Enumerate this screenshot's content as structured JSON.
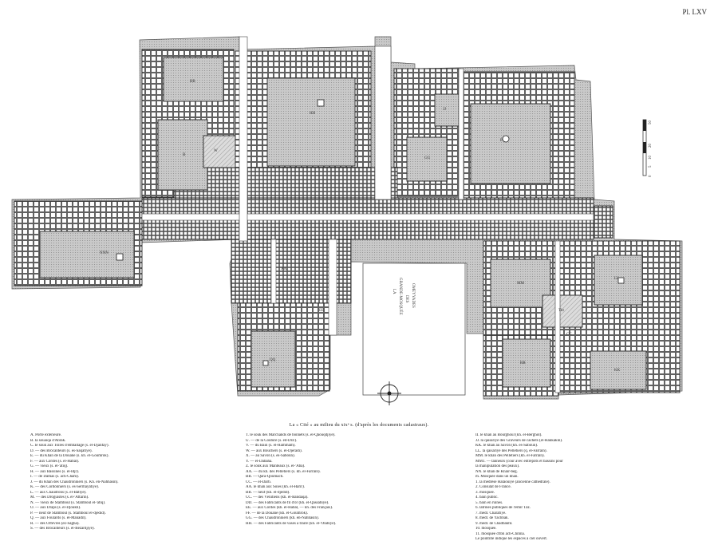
{
  "plate_number": "Pl. LXV",
  "caption": "La « Cité » au milieu du xixᵉ s. (d'après les documents cadastraux).",
  "compass_label": "",
  "scale": {
    "ticks": [
      "0",
      "5",
      "10",
      "20",
      "50"
    ]
  },
  "map_labels": {
    "great_mosque": [
      "LA",
      "GRANDE-MOSQUÉE",
      "DES",
      "OMEYYADES"
    ],
    "block_letters": [
      "BB",
      "NNN",
      "B",
      "HH",
      "PP",
      "GG",
      "QQ",
      "MM",
      "LL",
      "KK",
      "RR",
      "JJ",
      "CC",
      "EE",
      "AA",
      "Tkt",
      "W"
    ]
  },
  "legend": {
    "col1": [
      "A. Porte extérieure.",
      "B. la souaïqa d'Abrak.",
      "C. le souk aux Toiles d'emballage (s. el-Djanfay).",
      "D. — des Brocanteurs (s. es-Saqatiyé).",
      "E. — du Khan de la Douane (s. kh. el-Goumrok).",
      "F. — aux Cordes (s. el-Habâl).",
      "G. — vieux (s. el-'atiq).",
      "H. — aux Bassines (s. el-Idjr).",
      "I. — de Damas (s. ach-Châm).",
      "J. — du Khan des Chaudronniers (s. Kh. en-Nahhâsin).",
      "K. — des Cordonniers (s. es-Sermâyâtiyé).",
      "L. — aux Chaudrons (s. el-Bâtiyé).",
      "M. — des Droguistes (s. el-'Attârîn).",
      "N. — vieux de Stamboul (s. Stamboul el-'atiq).",
      "O. — aux Draps (s. el-Djoukh).",
      "P. — neuf de Stamboul (s. Stamboul el-djédid).",
      "Q. — aux Foulards (s. el-Manâdîl).",
      "R. — des Orfèvres (ez-Sâgha).",
      "S. — des Brocanteurs (s. el-Bezardjiyé)."
    ],
    "col2": [
      "T. le souk des Marchands de bonnets (s. el-Qâouqdjiyé).",
      "U. — de la Couture (s. ed-Drâ').",
      "V. — du Bain (s. el-Hammâm).",
      "W. — aux Bouchers (s. el-Djerâdi).",
      "X. — au Savon (s. es-Sâboûn).",
      "Y. — el-Dabaha.",
      "Z. le souk aux Manteaux (s. el-'Abâ).",
      "AA. — du kh. des Pelletiers (s. kh. el-Farrâîn).",
      "BB. — Qara-Qoumach.",
      "CC. — el-Darb.",
      "AA. le khan aux Soies (kh. el-Harîr).",
      "BB. — neuf (kh. el-djédid).",
      "CC. — des Vénitiens (kh. el-Bandaqa).",
      "DD. — des Fabricants de fil d'or (kh. el-Qassâbiyé).",
      "EE. — aux Cordes (kh. el-Habâl, — kh. des Français).",
      "FF. — de la Douane (kh. el-Goumrok).",
      "GG. — des Chaudronniers (kh. en-Nahhâsin).",
      "HH. — des Fabricants de vases à traire (kh. el-'Olabiyé)."
    ],
    "col3": [
      "II. le khan au Bourghoul (kh. el-Berghol).",
      "JJ. la qaïsariyé des Graveurs de cachets (el-Hakkâkîn).",
      "KK. le khan au Savon (kh. es-Sâboun).",
      "LL. la qaïsariyé des Pelletiers (q. el-Farrâîn).",
      "MM. le khan des Pelletiers (kh. el-Farrâîn).",
      "MM1. — tanneurs (cour avec entrepôts et bassins pour",
      "           la manipulation des peaux).",
      "NN. le khan de Khâïr-bég.",
      "m. Mosquée dans un khan.",
      "1. la médrèse Halâouiyé (ancienne cathédrale).",
      "2. Consulat de France.",
      "3. mosquée.",
      "4. bain public.",
      "5. bain en ruines.",
      "6. latrines publiques de l'émir Tâz.",
      "7. médr. Charafiyé.",
      "8. médr. de Yachbak.",
      "9. médr. de Châdbakht.",
      "10. mosquée.",
      "11. mosquée d'Ibn ach-Chihna.",
      "Le pointillé indique les espaces à ciel ouvert."
    ]
  }
}
